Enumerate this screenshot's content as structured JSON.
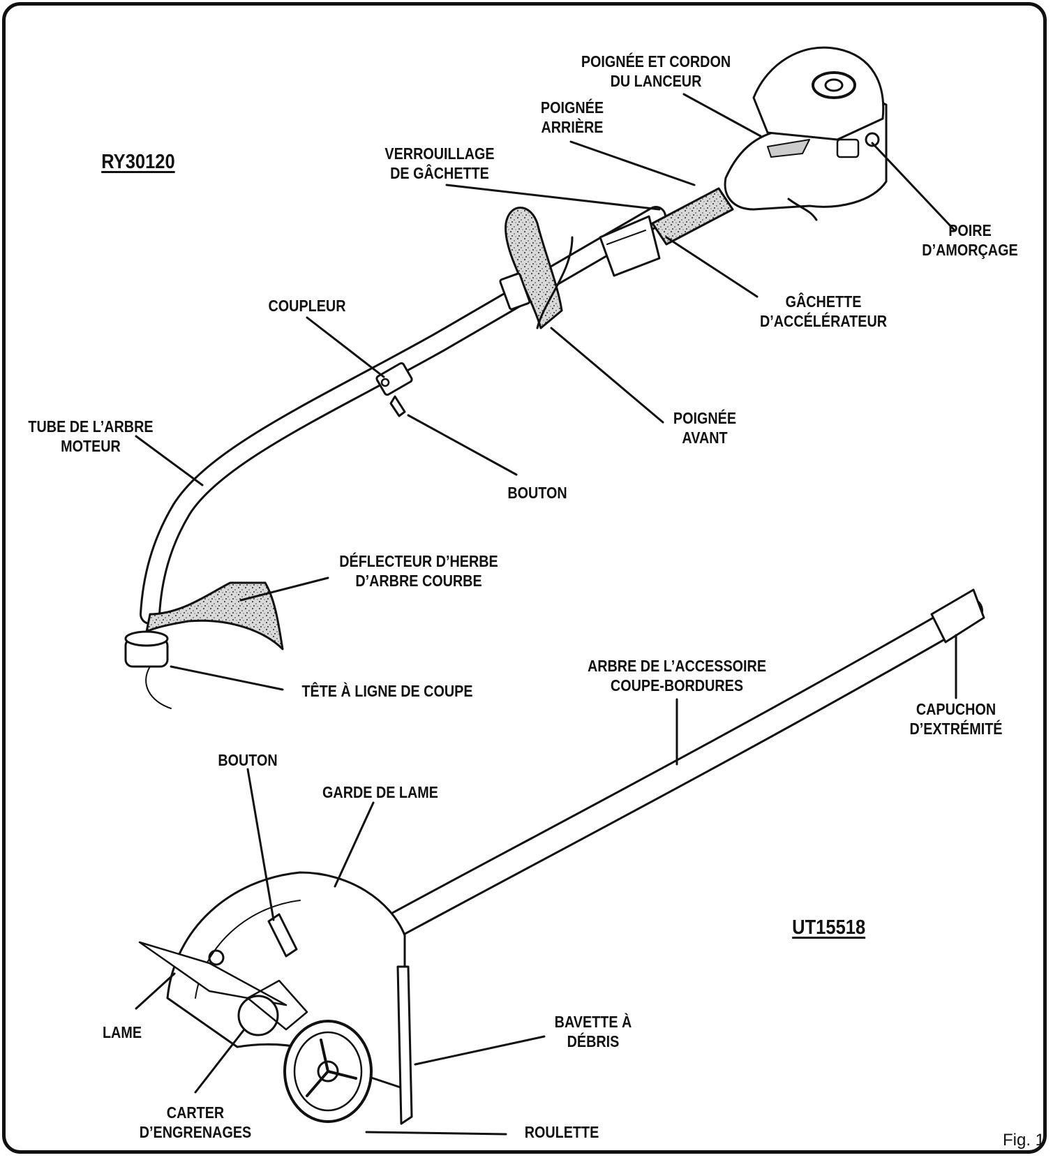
{
  "models": {
    "trimmer": "RY30120",
    "edger": "UT15518"
  },
  "figure_label": "Fig. 1",
  "labels": {
    "starter_handle": [
      "POIGNÉE ET CORDON",
      "DU LANCEUR"
    ],
    "rear_handle": [
      "POIGNÉE",
      "ARRIÈRE"
    ],
    "trigger_lockout": [
      "VERROUILLAGE",
      "DE GÂCHETTE"
    ],
    "primer_bulb": [
      "POIRE",
      "D’AMORÇAGE"
    ],
    "throttle_trigger": [
      "GÂCHETTE",
      "D’ACCÉLÉRATEUR"
    ],
    "coupler": [
      "COUPLEUR"
    ],
    "front_handle": [
      "POIGNÉE",
      "AVANT"
    ],
    "drive_shaft_tube": [
      "TUBE DE L’ARBRE",
      "MOTEUR"
    ],
    "knob_trimmer": [
      "BOUTON"
    ],
    "grass_deflector": [
      "DÉFLECTEUR D’HERBE",
      "D’ARBRE COURBE"
    ],
    "cutting_head": [
      "TÊTE À LIGNE DE COUPE"
    ],
    "edger_shaft": [
      "ARBRE DE L’ACCESSOIRE",
      "COUPE-BORDURES"
    ],
    "end_cap": [
      "CAPUCHON",
      "D’EXTRÉMITÉ"
    ],
    "knob_edger": [
      "BOUTON"
    ],
    "blade_guard": [
      "GARDE DE LAME"
    ],
    "blade": [
      "LAME"
    ],
    "debris_flap": [
      "BAVETTE À",
      "DÉBRIS"
    ],
    "gear_housing": [
      "CARTER",
      "D’ENGRENAGES"
    ],
    "wheel": [
      "ROULETTE"
    ]
  }
}
